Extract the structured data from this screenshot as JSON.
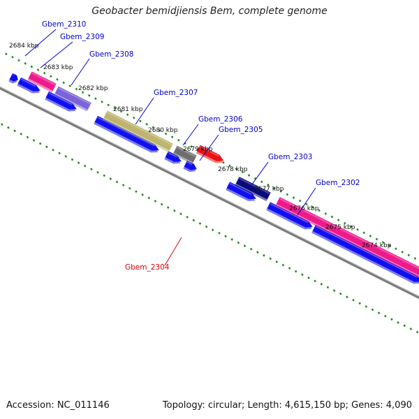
{
  "title": "Geobacter bemidjiensis Bem, complete genome",
  "footer": {
    "accession": "Accession: NC_011146",
    "summary": "Topology: circular; Length: 4,615,150 bp; Genes: 4,090"
  },
  "colors": {
    "backbone": "#7a7a7a",
    "tick": "#1a8a1a",
    "cds": "#1010ee",
    "label_blue": "#0000cc",
    "label_red": "#dd0000"
  },
  "ticks": [
    "2684 kbp",
    "2683 kbp",
    "2682 kbp",
    "2681 kbp",
    "2680 kbp",
    "2679 kbp",
    "2678 kbp",
    "2677 kbp",
    "2676 kbp",
    "2675 kbp",
    "2674 kbp"
  ],
  "features": [
    {
      "name": "Gbem_2310",
      "color": "#ee1a8c"
    },
    {
      "name": "Gbem_2309",
      "color": "#7a63d6"
    },
    {
      "name": "Gbem_2308",
      "color": "#7a63d6"
    },
    {
      "name": "Gbem_2307",
      "color": "#bdb46e"
    },
    {
      "name": "Gbem_2306",
      "color": "#6e6e6e"
    },
    {
      "name": "Gbem_2305",
      "color": "#1010ee"
    },
    {
      "name": "Gbem_2304",
      "color": "#ee1111"
    },
    {
      "name": "Gbem_2303",
      "color": "#0a0a7a"
    },
    {
      "name": "Gbem_2302",
      "color": "#ee1a8c"
    }
  ]
}
